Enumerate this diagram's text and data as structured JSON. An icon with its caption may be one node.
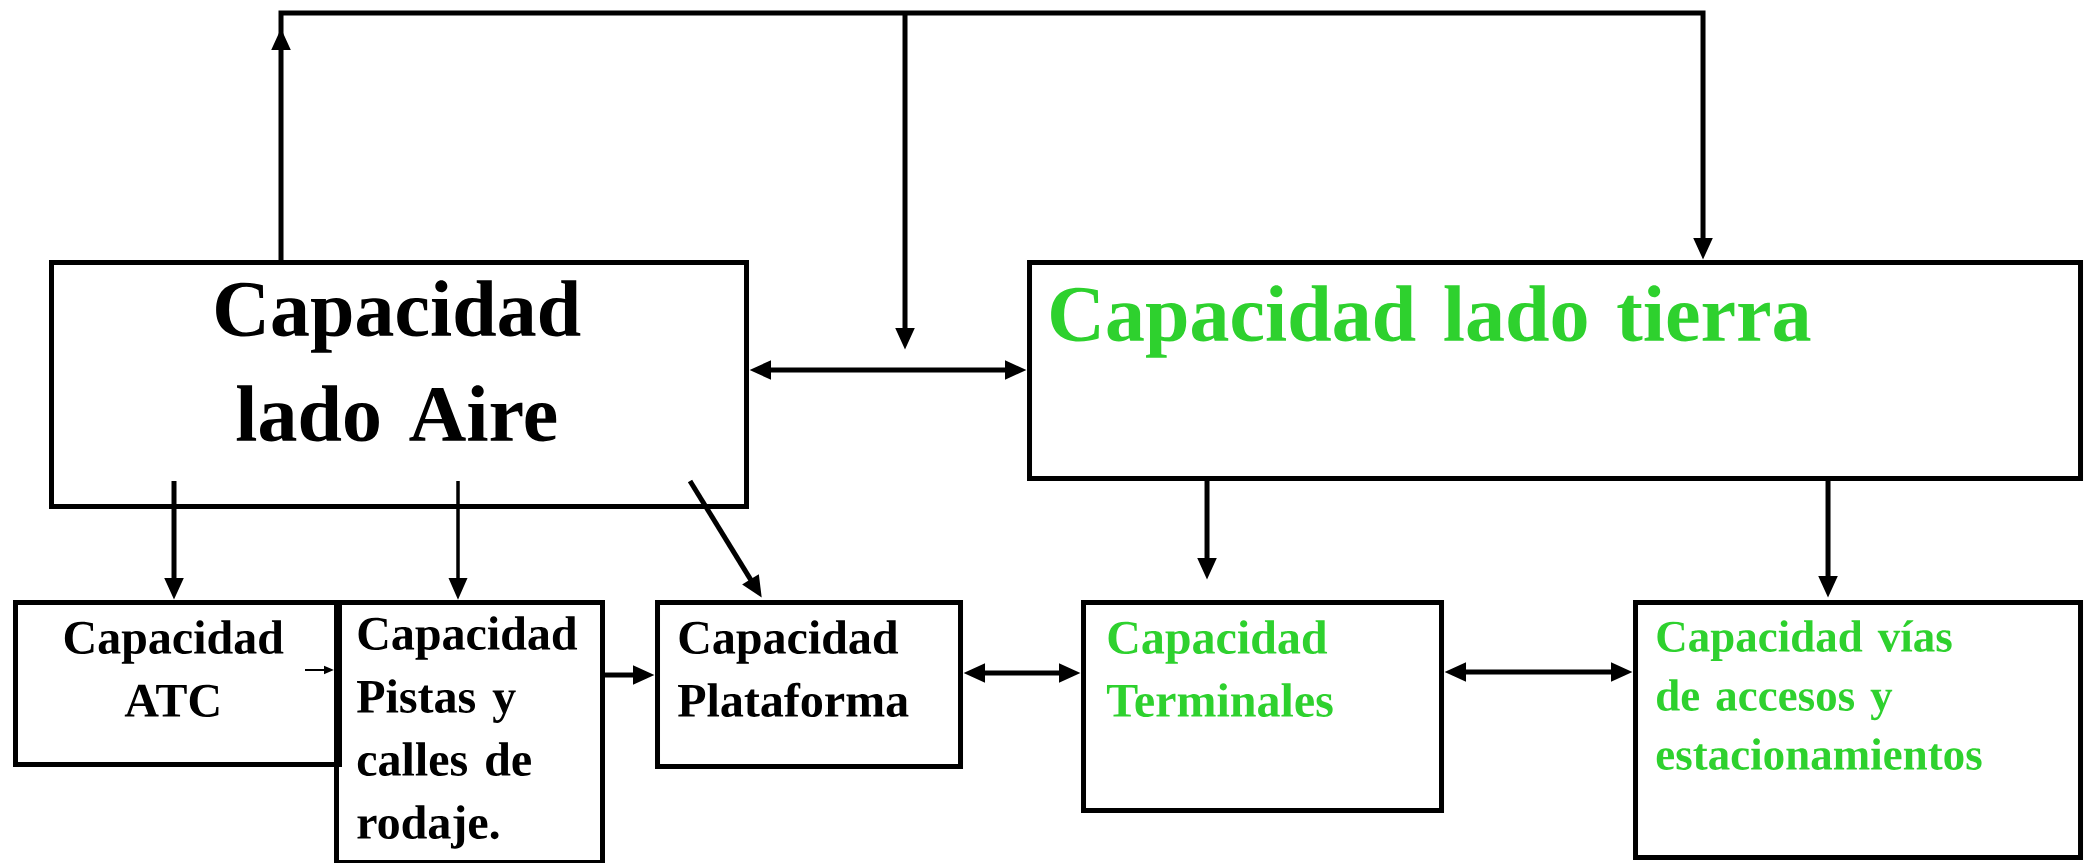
{
  "diagram": {
    "nodes": [
      {
        "text": [
          "Capacidad lado Aire"
        ]
      },
      {
        "text": [
          "Capacidad lado tierra"
        ]
      },
      {
        "text": [
          "Capacidad ATC"
        ]
      },
      {
        "text": [
          "Capacidad Pistas y calles de rodaje."
        ]
      },
      {
        "text": [
          "Capacidad Plataforma"
        ]
      },
      {
        "text": [
          "Capacidad Terminales"
        ]
      },
      {
        "text": [
          "Capacidad vías de accesos y estacionamientos"
        ]
      }
    ],
    "edges": [
      {
        "from": 0,
        "to": 1,
        "arrow": "to"
      },
      {
        "from": 0,
        "to": 1,
        "arrow": "both"
      },
      {
        "from": 0,
        "to": 2,
        "arrow": "to"
      },
      {
        "from": 0,
        "to": 3,
        "arrow": "to"
      },
      {
        "from": 0,
        "to": 4,
        "arrow": "to"
      },
      {
        "from": 2,
        "to": 3,
        "arrow": "to"
      },
      {
        "from": 3,
        "to": 4,
        "arrow": "to"
      },
      {
        "from": 4,
        "to": 5,
        "arrow": "both"
      },
      {
        "from": 5,
        "to": 6,
        "arrow": "both"
      },
      {
        "from": 1,
        "to": 5,
        "arrow": "to"
      },
      {
        "from": 1,
        "to": 6,
        "arrow": "to"
      }
    ]
  }
}
